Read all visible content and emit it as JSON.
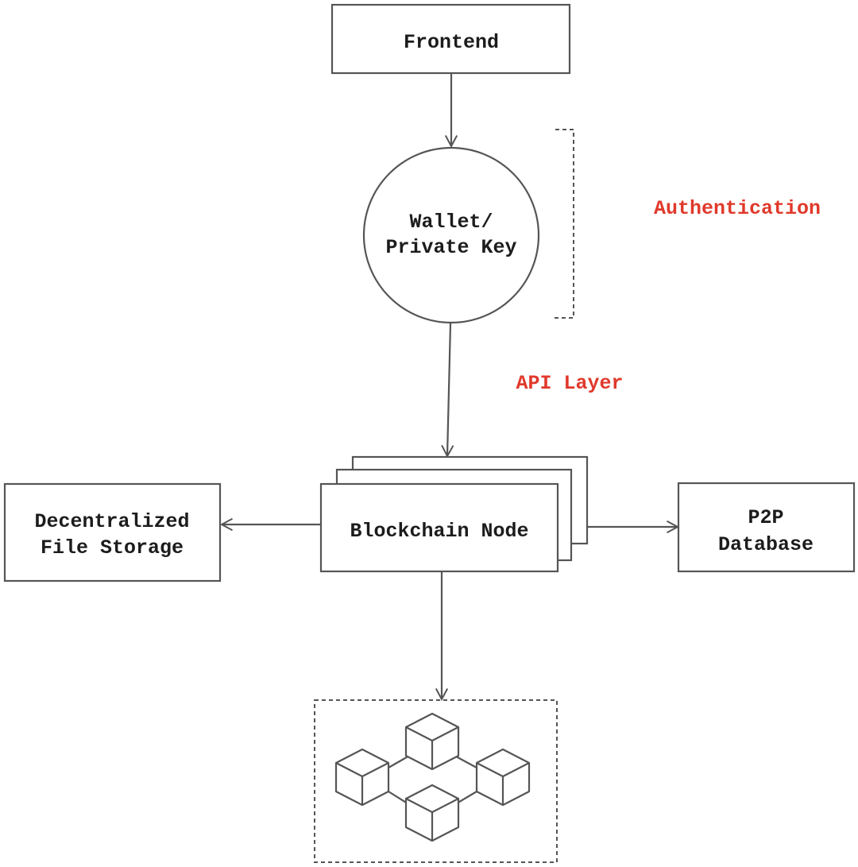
{
  "nodes": {
    "frontend": {
      "label": "Frontend"
    },
    "wallet": {
      "line1": "Wallet/",
      "line2": "Private Key"
    },
    "blockchain_node": {
      "label": "Blockchain Node"
    },
    "file_storage": {
      "line1": "Decentralized",
      "line2": "File Storage"
    },
    "p2p_database": {
      "line1": "P2P",
      "line2": "Database"
    }
  },
  "annotations": {
    "authentication": "Authentication",
    "api_layer": "API Layer"
  },
  "colors": {
    "stroke": "#555555",
    "text": "#1c1c1c",
    "annotation": "#e0392b"
  },
  "icons": {
    "network": "blockchain-network-icon"
  }
}
